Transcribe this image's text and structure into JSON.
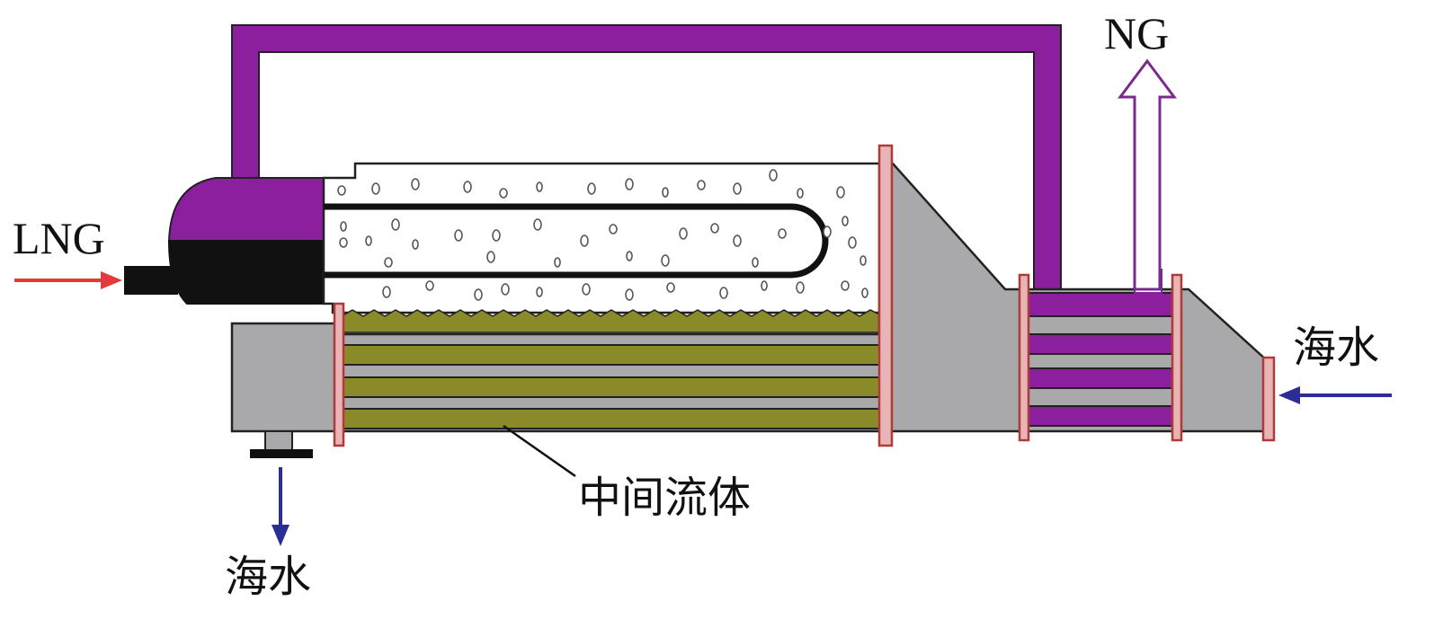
{
  "labels": {
    "lng": "LNG",
    "ng": "NG",
    "seawater_in": "海水",
    "seawater_out": "海水",
    "intermediate_fluid": "中间流体"
  },
  "colors": {
    "pipe_purple": "#8c1f9e",
    "shell_gray": "#a9a8aa",
    "fluid_olive": "#8b8a2b",
    "flange_red": "#b03a3a",
    "inlet_arrow_red": "#e23a3a",
    "seawater_arrow_blue": "#2b2f95",
    "ng_arrow_outline": "#7a2a8e",
    "header_black": "#111111"
  },
  "icons": {
    "lng_inlet_arrow": "arrow-right",
    "ng_outlet_arrow": "arrow-up-hollow",
    "seawater_inlet_arrow": "arrow-left",
    "seawater_outlet_arrow": "arrow-down"
  }
}
